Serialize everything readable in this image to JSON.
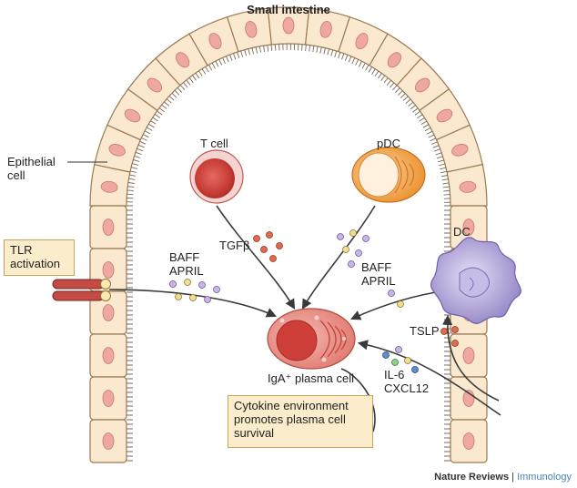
{
  "title": "Small intestine",
  "labels": {
    "epithelial_cell": [
      "Epithelial",
      "cell"
    ],
    "t_cell": "T cell",
    "pdc": "pDC",
    "dc": "DC",
    "tgfb": "TGFβ",
    "baff_left": "BAFF",
    "april_left": "APRIL",
    "baff_right": "BAFF",
    "april_right": "APRIL",
    "tslp": "TSLP",
    "il6": "IL-6",
    "cxcl12": "CXCL12",
    "plasma_cell": "IgA⁺ plasma cell"
  },
  "boxes": {
    "tlr": [
      "TLR",
      "activation"
    ],
    "cytokine": [
      "Cytokine environment",
      "promotes plasma cell",
      "survival"
    ]
  },
  "credit": {
    "journal": "Nature Reviews",
    "separator": " | ",
    "section": "Immunology"
  },
  "colors": {
    "cell_fill": "#fbe9cf",
    "cell_stroke": "#9a7a55",
    "nucleus": "#eea8a0",
    "t_cell": "#d9534f",
    "pdc": "#f0a040",
    "dc": "#8f7fc0",
    "plasma": "#d9534f",
    "box": "#fbeccb",
    "arrow": "#3a3a3a"
  }
}
